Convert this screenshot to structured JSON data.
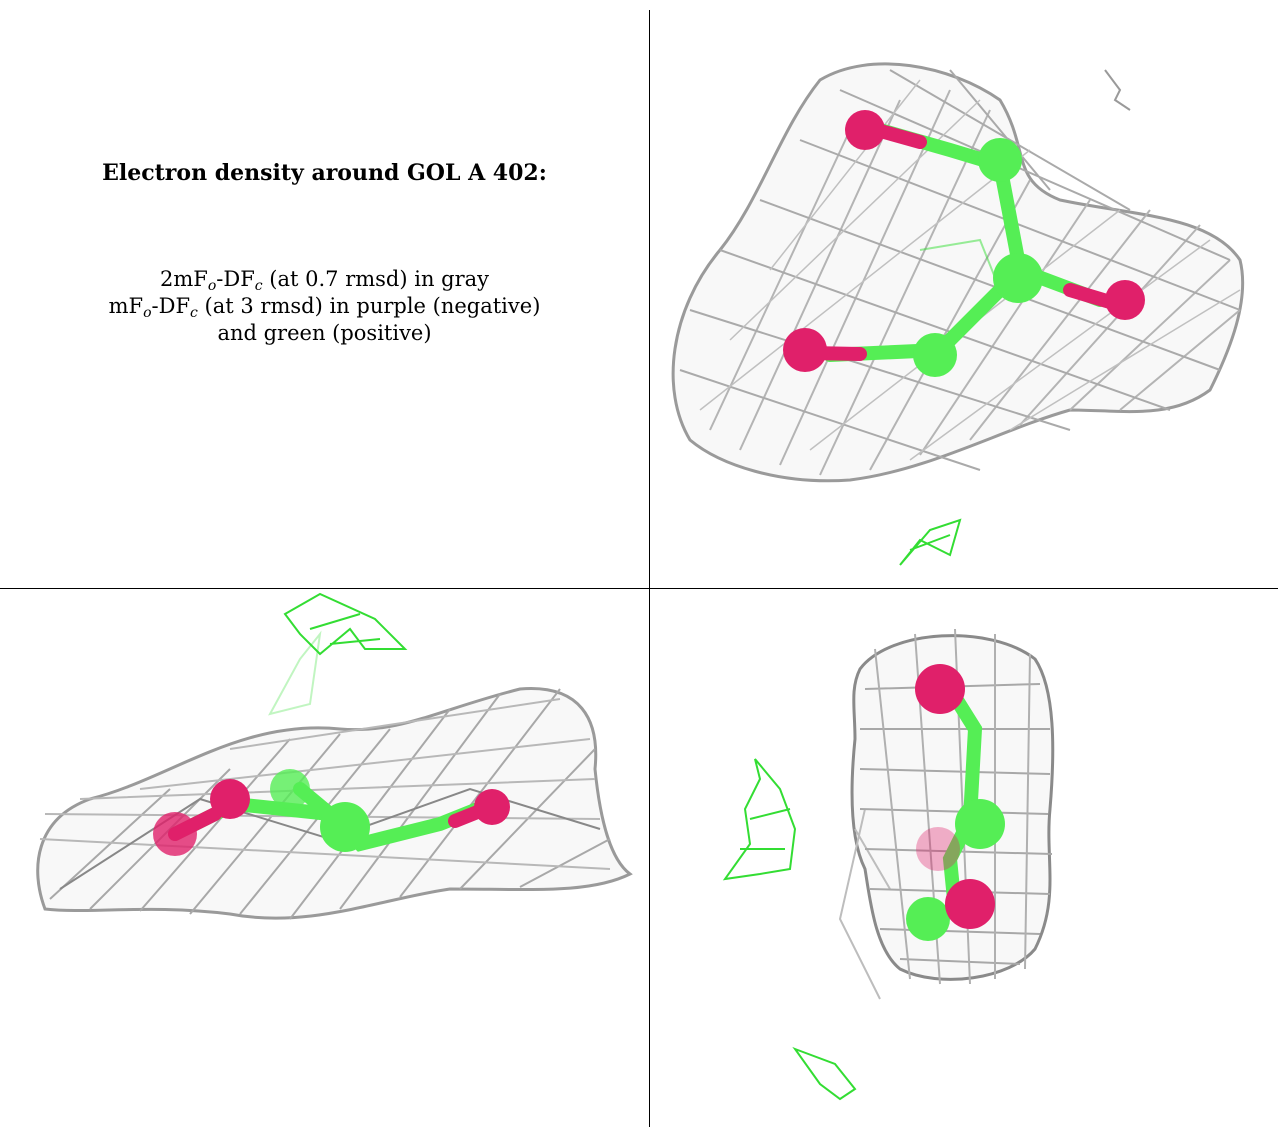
{
  "caption": {
    "title": "Electron density around GOL A 402:",
    "line1": {
      "a": "2mF",
      "sub_o": "o",
      "b": "-DF",
      "sub_c": "c",
      "rest": " (at 0.7 rmsd) in gray"
    },
    "line2": {
      "a": "mF",
      "sub_o": "o",
      "b": "-DF",
      "sub_c": "c",
      "rest": " (at 3 rmsd) in purple (negative)"
    },
    "line3": "and green (positive)"
  },
  "colors": {
    "mesh_2fofc": "#9a9a9a",
    "positive_density": "#33dd33",
    "carbon": "#55ee55",
    "oxygen": "#e0206a",
    "grid_lines": "#000000"
  },
  "panels": [
    "view-top-right",
    "view-bottom-left",
    "view-bottom-right"
  ]
}
